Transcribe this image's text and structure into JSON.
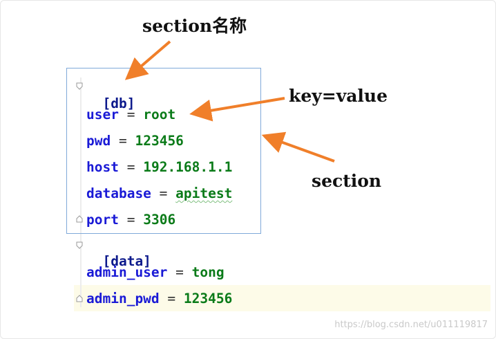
{
  "annotations": {
    "section_name": "section名称",
    "key_value": "key=value",
    "section": "section"
  },
  "code": {
    "db_header": "[db]",
    "db_lines": [
      {
        "key": "user",
        "value": "root"
      },
      {
        "key": "pwd",
        "value": "123456"
      },
      {
        "key": "host",
        "value": "192.168.1.1"
      },
      {
        "key": "database",
        "value": "apitest"
      },
      {
        "key": "port",
        "value": "3306"
      }
    ],
    "data_header": "[data]",
    "data_lines": [
      {
        "key": "admin_user",
        "value": "tong"
      },
      {
        "key": "admin_pwd",
        "value": "123456"
      }
    ],
    "equals": "="
  },
  "watermark": "https://blog.csdn.net/u011119817",
  "colors": {
    "arrow": "#f07f2a",
    "key": "#1a1ad6",
    "value": "#0b7b19",
    "box": "#7fa9d9",
    "highlight": "#fdfbe8"
  }
}
